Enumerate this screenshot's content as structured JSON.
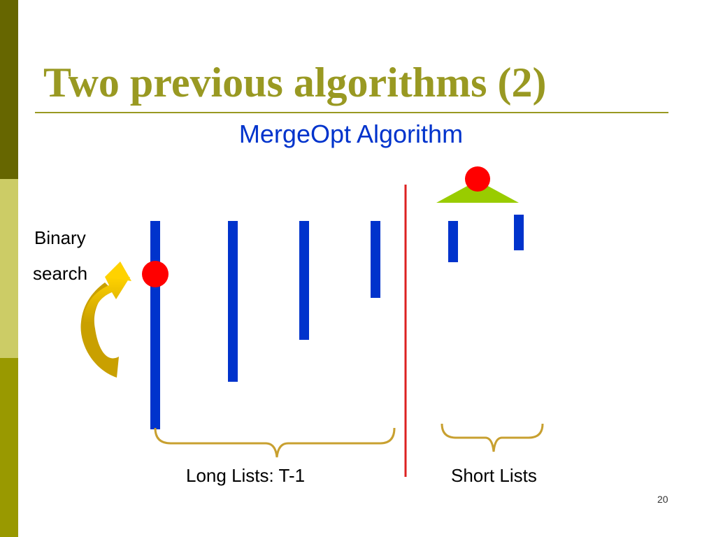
{
  "slide": {
    "title": "Two previous algorithms (2)",
    "subtitle": "MergeOpt Algorithm",
    "labels": {
      "binary": "Binary",
      "search": "search",
      "long_lists": "Long Lists: T-1",
      "short_lists": "Short Lists"
    },
    "page_number": "20"
  },
  "colors": {
    "title": "#999922",
    "subtitle": "#0033cc",
    "list_bar": "#0033cc",
    "divider": "#dd2222",
    "marker": "#ff0000",
    "heap_triangle": "#99cc00",
    "arrow": "#f5c400",
    "brace": "#c8a030",
    "sidebar": [
      "#666600",
      "#cccc66",
      "#999900"
    ]
  },
  "icons": {
    "curved_arrow": "curved-arrow-icon",
    "marker": "red-dot-icon",
    "heap": "triangle-icon"
  }
}
